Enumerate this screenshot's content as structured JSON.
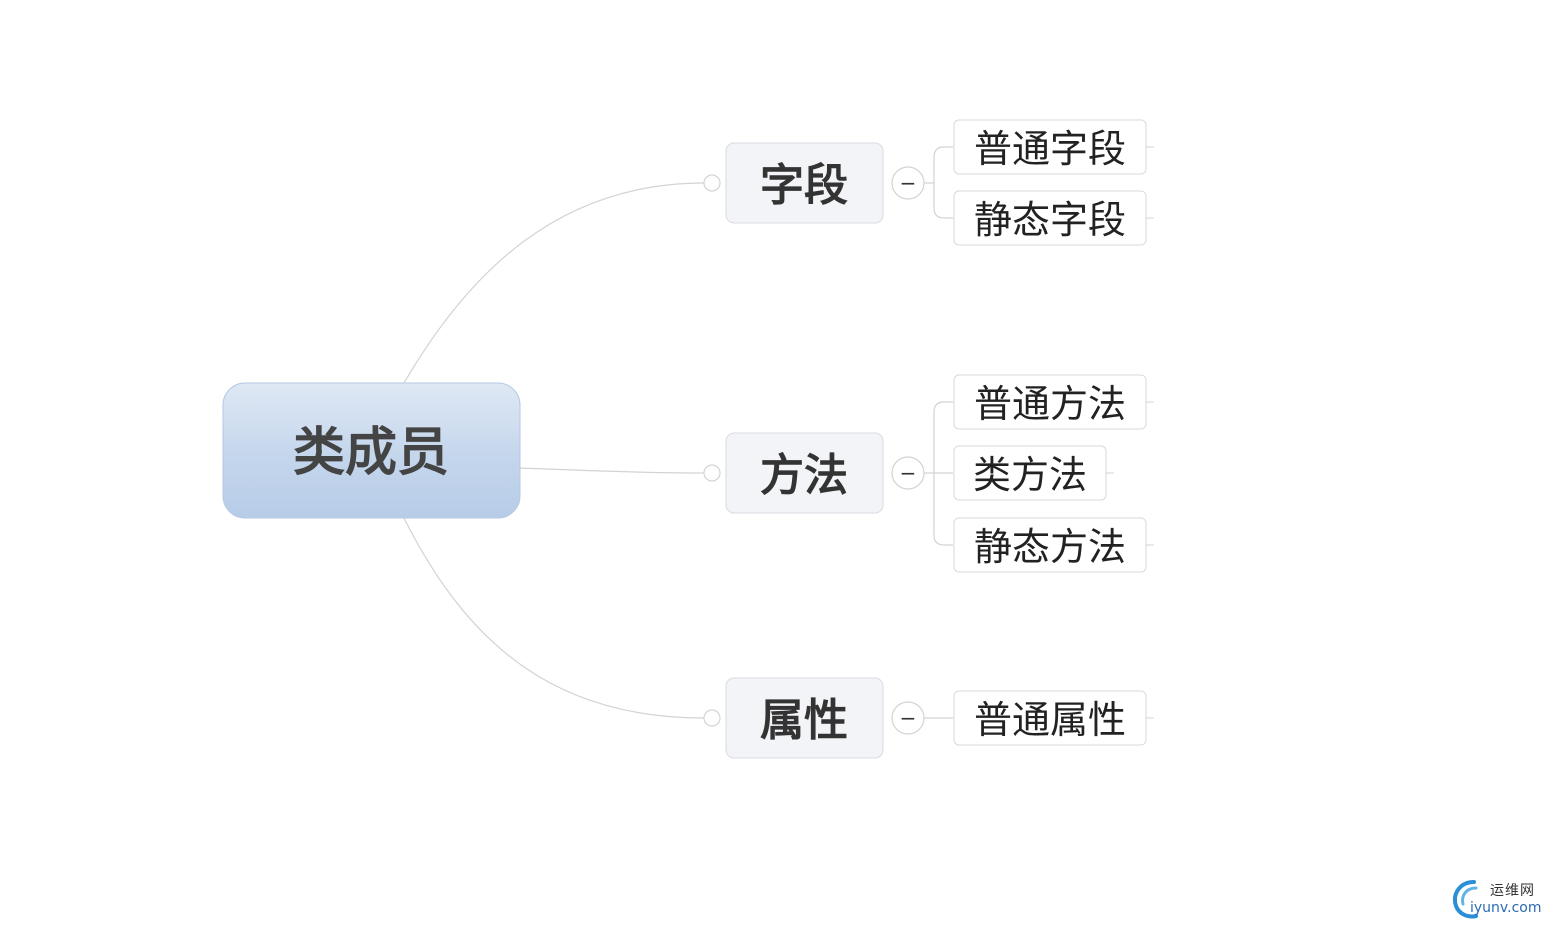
{
  "root": {
    "label": "类成员"
  },
  "branches": [
    {
      "label": "字段",
      "children": [
        "普通字段",
        "静态字段"
      ]
    },
    {
      "label": "方法",
      "children": [
        "普通方法",
        "类方法",
        "静态方法"
      ]
    },
    {
      "label": "属性",
      "children": [
        "普通属性"
      ]
    }
  ],
  "collapse_symbol": "−",
  "watermark": {
    "cn": "运维网",
    "en": "iyunv.com"
  },
  "colors": {
    "root_fill_top": "#dde7f4",
    "root_fill_bottom": "#b8cde8",
    "root_text": "#444444",
    "branch_fill": "#f3f4f8",
    "branch_border": "#d9dbe1",
    "leaf_border": "#d9d9d9",
    "connector": "#d3d3d3",
    "text": "#222222"
  }
}
